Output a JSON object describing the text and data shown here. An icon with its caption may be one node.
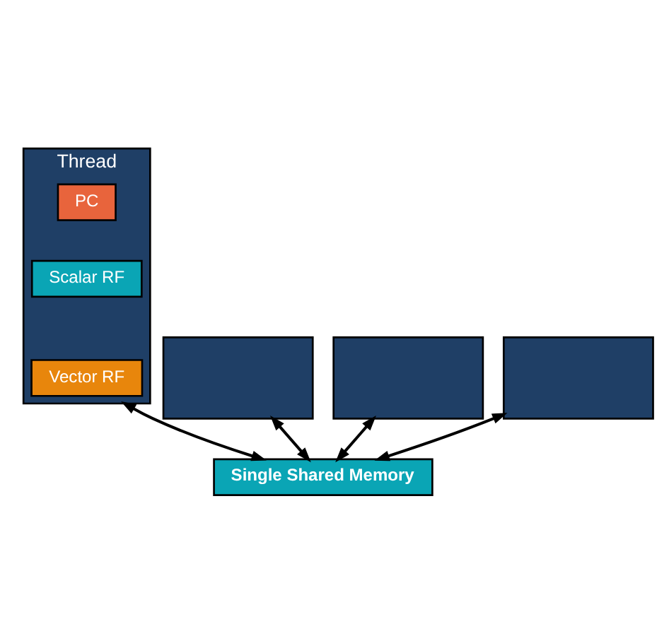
{
  "diagram": {
    "nodes": [
      {
        "text": [
          "Thread"
        ]
      },
      {
        "text": [
          "PC"
        ],
        "in": 0
      },
      {
        "text": [
          "Scalar RF"
        ],
        "in": 0
      },
      {
        "text": [
          "Vector RF"
        ],
        "in": 0
      },
      {
        "text": [],
        "shape": "box"
      },
      {
        "text": [],
        "shape": "box"
      },
      {
        "text": [],
        "shape": "box"
      },
      {
        "text": [
          "Single Shared Memory"
        ]
      }
    ],
    "edges": [
      {
        "from": 0,
        "to": 7,
        "arrow": "both"
      },
      {
        "from": 4,
        "to": 7,
        "arrow": "both"
      },
      {
        "from": 5,
        "to": 7,
        "arrow": "both"
      },
      {
        "from": 6,
        "to": 7,
        "arrow": "both"
      }
    ]
  }
}
